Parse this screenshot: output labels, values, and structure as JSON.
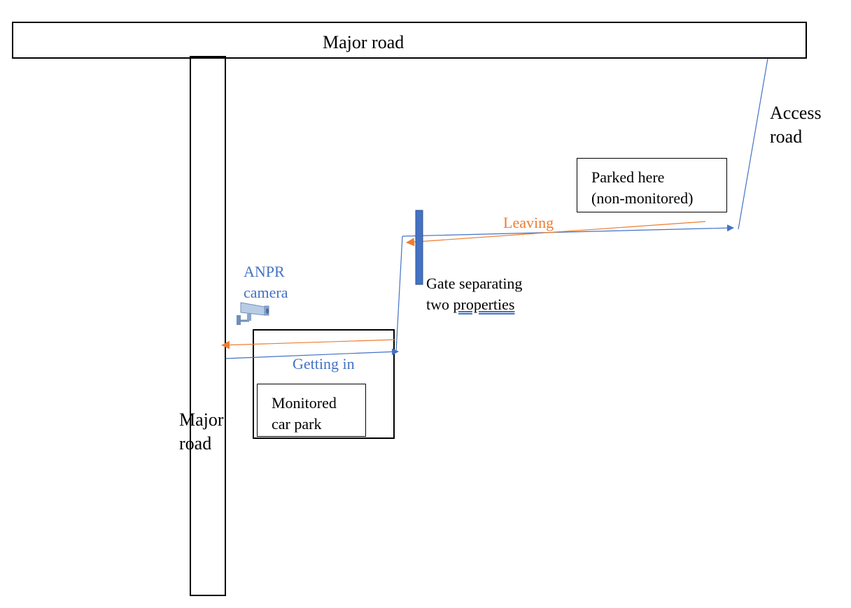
{
  "labels": {
    "major_road_top": "Major road",
    "major_road_side_line1": "Major",
    "major_road_side_line2": "road",
    "access_road_line1": "Access",
    "access_road_line2": "road",
    "parked_line1": "Parked here",
    "parked_line2": "(non-monitored)",
    "leaving": "Leaving",
    "anpr_line1": "ANPR",
    "anpr_line2": "camera",
    "gate_line1": "Gate separating",
    "gate_line2_a": "two ",
    "gate_line2_b": "properties",
    "getting_in": "Getting in",
    "monitored_line1": "Monitored",
    "monitored_line2": "car park"
  },
  "colors": {
    "blue_path": "#4472c4",
    "orange_path": "#ed7d31",
    "gate": "#4472c4",
    "outline": "#000000"
  },
  "icons": [
    "camera-icon"
  ]
}
